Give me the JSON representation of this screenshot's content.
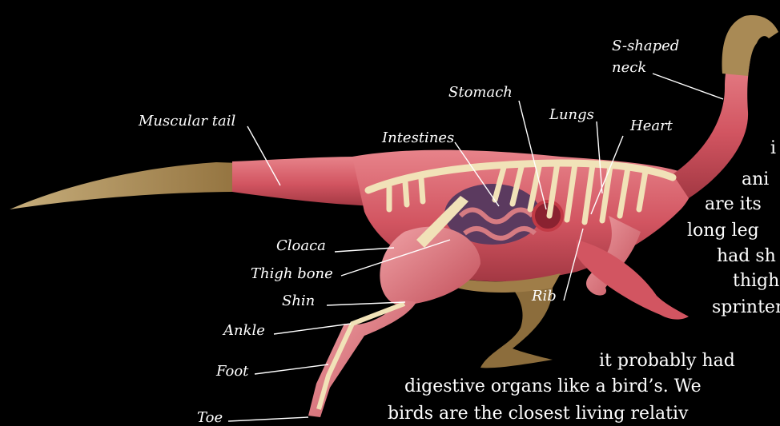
{
  "labels": {
    "neck": "S-shaped neck",
    "neck_line1": "S-shaped",
    "neck_line2": "neck",
    "stomach": "Stomach",
    "muscular_tail": "Muscular tail",
    "lungs": "Lungs",
    "heart": "Heart",
    "intestines": "Intestines",
    "cloaca": "Cloaca",
    "thigh_bone": "Thigh bone",
    "shin": "Shin",
    "rib": "Rib",
    "ankle": "Ankle",
    "foot": "Foot",
    "toe": "Toe"
  },
  "text_lines": [
    "i",
    "ani",
    "are its",
    "long leg",
    "had sh",
    "thigh",
    "sprinter",
    "it probably had",
    "digestive organs like a bird’s. We",
    "birds are the closest living relativ"
  ],
  "colors": {
    "background": "#000000",
    "muscle": "#d9606a",
    "bone": "#f1e2b8",
    "skin": "#a98a55",
    "organ_purple": "#5b3a5f",
    "label_text": "#ffffff"
  }
}
